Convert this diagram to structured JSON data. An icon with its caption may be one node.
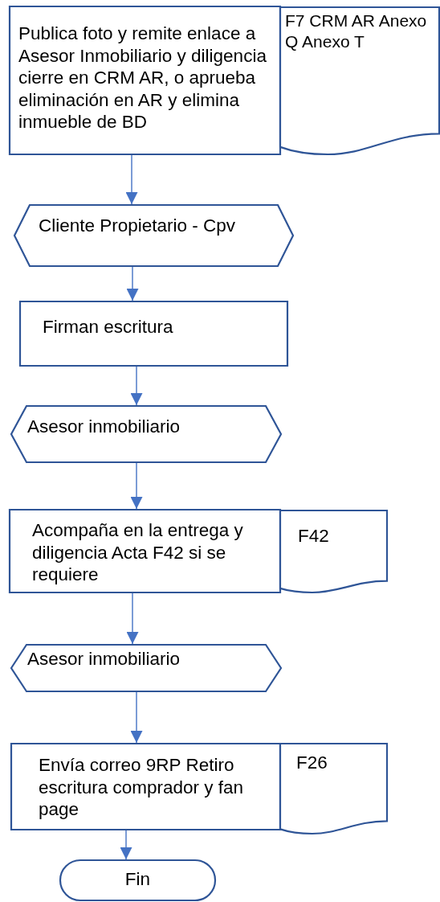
{
  "diagram": {
    "nodes": [
      {
        "text": [
          "Publica foto y remite enlace a Asesor Inmobiliario y diligencia cierre en CRM AR, o aprueba eliminación en AR y elimina inmueble de BD"
        ]
      },
      {
        "text": [
          "F7 CRM AR Anexo Q Anexo T"
        ]
      },
      {
        "text": [
          "Cliente Propietario - Cpv"
        ]
      },
      {
        "text": [
          "Firman escritura"
        ]
      },
      {
        "text": [
          "Asesor inmobiliario"
        ]
      },
      {
        "text": [
          "Acompaña en la entrega y diligencia Acta F42 si se requiere"
        ]
      },
      {
        "text": [
          "F42"
        ]
      },
      {
        "text": [
          "Asesor inmobiliario"
        ]
      },
      {
        "text": [
          "Envía correo 9RP Retiro escritura comprador y fan page"
        ]
      },
      {
        "text": [
          "F26"
        ]
      },
      {
        "text": [
          "Fin"
        ]
      }
    ],
    "edges": [
      {
        "from": 0,
        "to": 2,
        "arrow": "to"
      },
      {
        "from": 2,
        "to": 3,
        "arrow": "to"
      },
      {
        "from": 3,
        "to": 4,
        "arrow": "to"
      },
      {
        "from": 4,
        "to": 5,
        "arrow": "to"
      },
      {
        "from": 5,
        "to": 7,
        "arrow": "to"
      },
      {
        "from": 7,
        "to": 8,
        "arrow": "to"
      },
      {
        "from": 8,
        "to": 10,
        "arrow": "to"
      }
    ]
  }
}
